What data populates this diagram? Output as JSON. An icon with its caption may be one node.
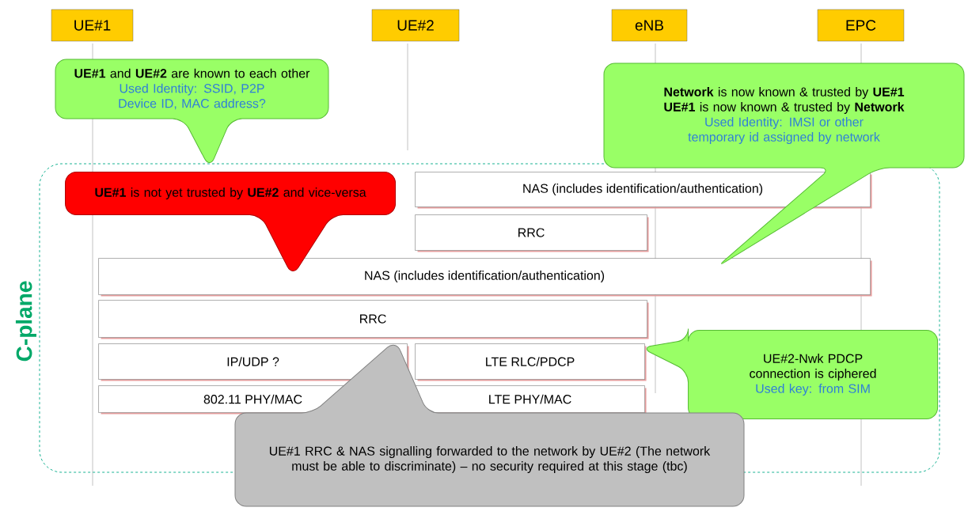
{
  "diagram": {
    "nodes": [
      {
        "text": [
          "UE#1"
        ]
      },
      {
        "text": [
          "UE#2"
        ]
      },
      {
        "text": [
          "eNB"
        ]
      },
      {
        "text": [
          "EPC"
        ]
      },
      {
        "text": [
          "**UE#1** and **UE#2** are known to each other",
          "Used Identity: SSID, P2P Device ID, MAC address?"
        ]
      },
      {
        "text": [
          "**Network** is now known & trusted by **UE#1**",
          "**UE#1** is now known & trusted by **Network**",
          "Used Identity: IMSI or other temporary id assigned by network"
        ]
      },
      {
        "text": [
          "C-plane"
        ]
      },
      {
        "text": [
          "NAS (includes identification/authentication)"
        ],
        "in": 6
      },
      {
        "text": [
          "RRC"
        ],
        "in": 6
      },
      {
        "text": [
          "**UE#1** is not yet trusted by **UE#2** and vice-versa"
        ],
        "in": 6
      },
      {
        "text": [
          "NAS (includes identification/authentication)"
        ],
        "in": 6
      },
      {
        "text": [
          "RRC"
        ],
        "in": 6
      },
      {
        "text": [
          "IP/UDP ?"
        ],
        "in": 6
      },
      {
        "text": [
          "LTE RLC/PDCP"
        ],
        "in": 6
      },
      {
        "text": [
          "UE#2-Nwk PDCP connection is ciphered",
          "Used key: from SIM"
        ],
        "in": 6
      },
      {
        "text": [
          "802.11 PHY/MAC"
        ],
        "in": 6
      },
      {
        "text": [
          "LTE PHY/MAC"
        ],
        "in": 6
      },
      {
        "text": [
          "UE#1 RRC & NAS signalling forwarded to the network by UE#2 (The network must be able to discriminate) – no security required at this stage (tbc)"
        ]
      }
    ]
  }
}
